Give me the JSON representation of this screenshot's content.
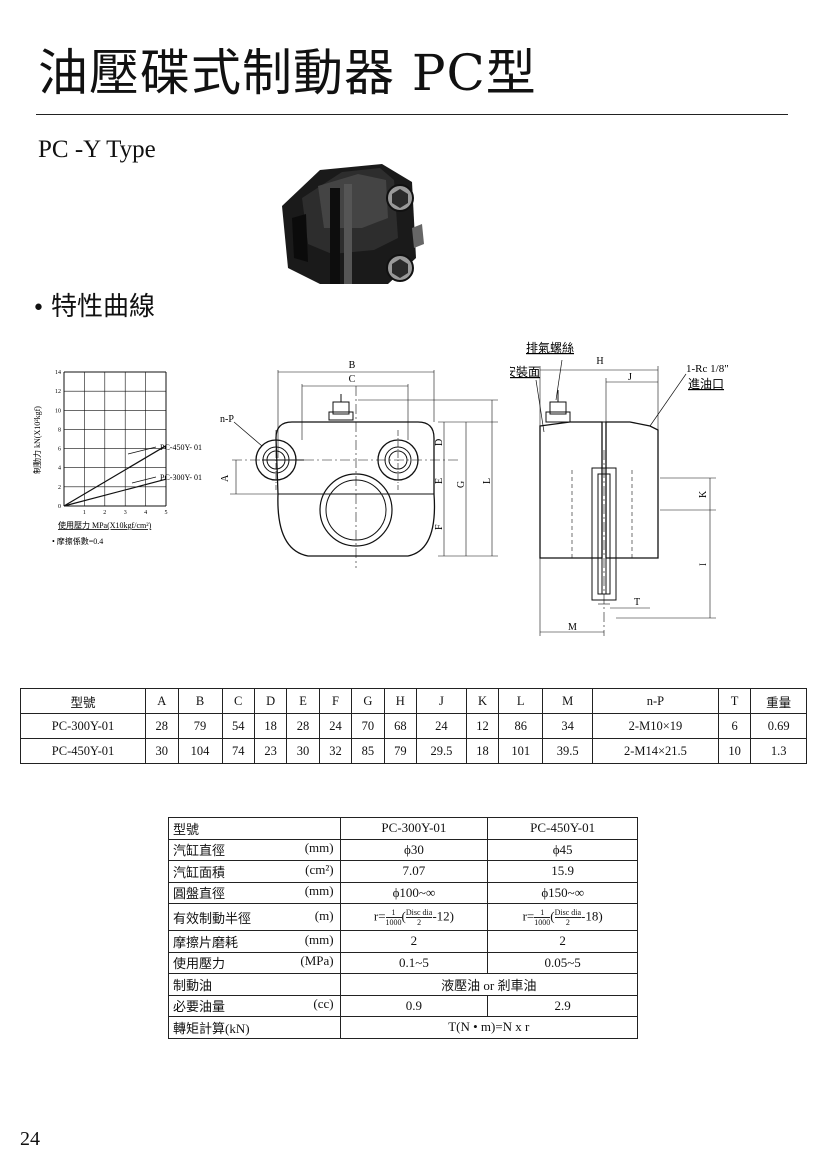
{
  "header": {
    "title": "油壓碟式制動器 PC型",
    "subtitle": "PC -Y Type"
  },
  "section": {
    "bullet": "•",
    "title": "特性曲線"
  },
  "chart": {
    "ylabel": "制動力 kN(X10²kgf)",
    "xlabel": "使用壓力 MPa(X10kgf/cm²)",
    "note": "• 摩擦係數=0.4",
    "yticks": [
      "14",
      "12",
      "10",
      "8",
      "6",
      "4",
      "2",
      "0"
    ],
    "xticks": [
      "1",
      "2",
      "3",
      "4",
      "5"
    ],
    "series_labels": [
      "PC-450Y- 01",
      "PC-300Y- 01"
    ]
  },
  "chart_data": {
    "type": "line",
    "title": "",
    "xlabel": "使用壓力 MPa(X10kgf/cm²)",
    "ylabel": "制動力 kN(X10²kgf)",
    "xlim": [
      0,
      5
    ],
    "ylim": [
      0,
      14
    ],
    "grid": true,
    "series": [
      {
        "name": "PC-450Y- 01",
        "x": [
          0,
          5
        ],
        "y": [
          0,
          6.3
        ]
      },
      {
        "name": "PC-300Y- 01",
        "x": [
          0,
          5
        ],
        "y": [
          0,
          2.8
        ]
      }
    ]
  },
  "drawing": {
    "labels": {
      "A": "A",
      "B": "B",
      "C": "C",
      "D": "D",
      "E": "E",
      "F": "F",
      "G": "G",
      "H": "H",
      "J": "J",
      "K": "K",
      "L": "L",
      "M": "M",
      "T": "T",
      "I": "I",
      "np": "n-P",
      "bleed": "排氣螺絲",
      "mount": "安裝面",
      "port_size": "1-Rc 1/8\"",
      "port": "進油口"
    }
  },
  "dims_table": {
    "headers": [
      "型號",
      "A",
      "B",
      "C",
      "D",
      "E",
      "F",
      "G",
      "H",
      "J",
      "K",
      "L",
      "M",
      "n-P",
      "T",
      "重量"
    ],
    "rows": [
      [
        "PC-300Y-01",
        "28",
        "79",
        "54",
        "18",
        "28",
        "24",
        "70",
        "68",
        "24",
        "12",
        "86",
        "34",
        "2-M10×19",
        "6",
        "0.69"
      ],
      [
        "PC-450Y-01",
        "30",
        "104",
        "74",
        "23",
        "30",
        "32",
        "85",
        "79",
        "29.5",
        "18",
        "101",
        "39.5",
        "2-M14×21.5",
        "10",
        "1.3"
      ]
    ]
  },
  "specs_table": {
    "header": {
      "label": "型號",
      "c1": "PC-300Y-01",
      "c2": "PC-450Y-01"
    },
    "rows": [
      {
        "label": "汽缸直徑",
        "unit": "(mm)",
        "c1": "ϕ30",
        "c2": "ϕ45"
      },
      {
        "label": "汽缸面積",
        "unit": "(cm²)",
        "c1": "7.07",
        "c2": "15.9"
      },
      {
        "label": "圓盤直徑",
        "unit": "(mm)",
        "c1": "ϕ100~∞",
        "c2": "ϕ150~∞"
      }
    ],
    "radius": {
      "label": "有效制動半徑",
      "unit": "(m)",
      "prefix": "r=",
      "frac1_num": "1",
      "frac1_den": "1000",
      "open": "(",
      "frac2_num": "Disc dia",
      "frac2_den": "2",
      "c1_tail": "-12)",
      "c2_tail": "-18)"
    },
    "rows2": [
      {
        "label": "摩擦片磨耗",
        "unit": "(mm)",
        "c1": "2",
        "c2": "2"
      },
      {
        "label": "使用壓力",
        "unit": "(MPa)",
        "c1": "0.1~5",
        "c2": "0.05~5"
      }
    ],
    "oil": {
      "label": "制動油",
      "value": "液壓油 or 剎車油"
    },
    "volume": {
      "label": "必要油量",
      "unit": "(cc)",
      "c1": "0.9",
      "c2": "2.9"
    },
    "torque": {
      "label": "轉矩計算(kN)",
      "value": "T(N • m)=N x r"
    }
  },
  "footer": {
    "page": "24"
  }
}
